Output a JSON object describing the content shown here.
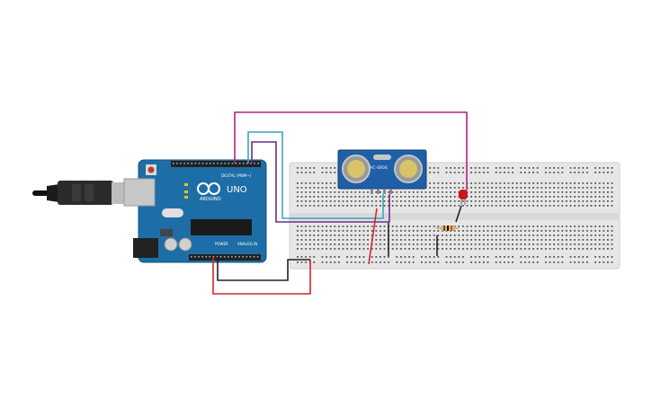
{
  "arduino": {
    "logo_text": "ARDUINO",
    "model_text": "UNO",
    "digital_label": "DIGITAL (PWM~)",
    "power_label": "POWER",
    "analog_label": "ANALOG IN",
    "color_board": "#1d6ea6"
  },
  "sensor": {
    "model_text": "HC-SR04",
    "color_board": "#1e5fa8"
  },
  "breadboard": {
    "color": "#e6e6e6"
  },
  "colors": {
    "wire_magenta": "#b5237a",
    "wire_teal": "#3aa6b9",
    "wire_purple": "#6a2c8a",
    "wire_red": "#d1262b",
    "wire_black": "#222222",
    "led_red": "#c8171d"
  }
}
